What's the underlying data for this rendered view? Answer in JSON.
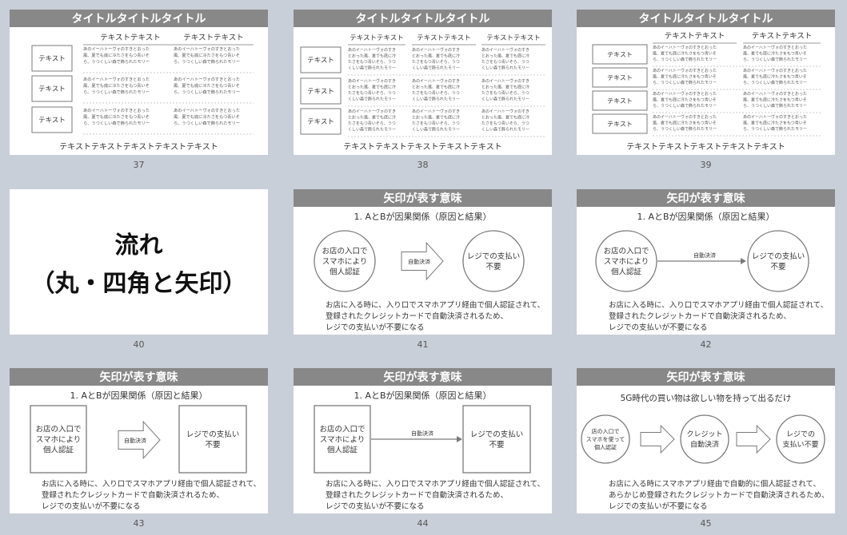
{
  "slides": [
    {
      "number": "37",
      "title": "タイトルタイトルタイトル",
      "col_headers": [
        "テキストテキスト",
        "テキストテキスト"
      ],
      "row_label": "テキスト",
      "body_line1": "あのイーハトーヴォのすきとおった",
      "body_line2": "風、夏でも底に冷たさをもつ青いそ",
      "body_line3": "ら、うつくしい森で飾られたモリー",
      "footer": "テキストテキストテキストテキストテキスト"
    },
    {
      "number": "38",
      "title": "タイトルタイトルタイトル",
      "col_headers": [
        "テキストテキスト",
        "テキストテキスト",
        "テキストテキスト"
      ],
      "row_label": "テキスト",
      "body_line1": "あのイーハトーヴォのすき",
      "body_line2": "とおった風、夏でも底に冷",
      "body_line3": "たさをもつ青いそら、うつ",
      "body_line4": "くしい森で飾られたモリー",
      "footer": "テキストテキストテキストテキストテキスト"
    },
    {
      "number": "39",
      "title": "タイトルタイトルタイトル",
      "col_headers": [
        "テキストテキスト",
        "テキストテキスト"
      ],
      "row_label": "テキスト",
      "body_line1": "あのイーハトーヴォのすきとおった",
      "body_line2": "風、夏でも底に冷たさをもつ青いそ",
      "body_line3": "ら、うつくしい森で飾られたモリー",
      "footer": "テキストテキストテキストテキストテキスト"
    },
    {
      "number": "40",
      "line1": "流れ",
      "line2": "（丸・四角と矢印）"
    },
    {
      "number": "41",
      "title": "矢印が表す意味",
      "subtitle": "1. AとBが因果関係（原因と結果）",
      "a_lines": [
        "お店の入口で",
        "スマホにより",
        "個人認証"
      ],
      "arrow_label": "自動決済",
      "b_lines": [
        "レジでの支払い",
        "不要"
      ],
      "desc": [
        "お店に入る時に、入り口でスマホアプリ経由で個人認証されて、",
        "登録されたクレジットカードで自動決済されるため、",
        "レジでの支払いが不要になる"
      ]
    },
    {
      "number": "42",
      "title": "矢印が表す意味",
      "subtitle": "1. AとBが因果関係（原因と結果）",
      "a_lines": [
        "お店の入口で",
        "スマホにより",
        "個人認証"
      ],
      "arrow_label": "自動決済",
      "b_lines": [
        "レジでの支払い",
        "不要"
      ],
      "desc": [
        "お店に入る時に、入り口でスマホアプリ経由で個人認証されて、",
        "登録されたクレジットカードで自動決済されるため、",
        "レジでの支払いが不要になる"
      ]
    },
    {
      "number": "43",
      "title": "矢印が表す意味",
      "subtitle": "1. AとBが因果関係（原因と結果）",
      "a_lines": [
        "お店の入口で",
        "スマホにより",
        "個人認証"
      ],
      "arrow_label": "自動決済",
      "b_lines": [
        "レジでの支払い",
        "不要"
      ],
      "desc": [
        "お店に入る時に、入り口でスマホアプリ経由で個人認証されて、",
        "登録されたクレジットカードで自動決済されるため、",
        "レジでの支払いが不要になる"
      ]
    },
    {
      "number": "44",
      "title": "矢印が表す意味",
      "subtitle": "1. AとBが因果関係（原因と結果）",
      "a_lines": [
        "お店の入口で",
        "スマホにより",
        "個人認証"
      ],
      "arrow_label": "自動決済",
      "b_lines": [
        "レジでの支払い",
        "不要"
      ],
      "desc": [
        "お店に入る時に、入り口でスマホアプリ経由で個人認証されて、",
        "登録されたクレジットカードで自動決済されるため、",
        "レジでの支払いが不要になる"
      ]
    },
    {
      "number": "45",
      "title": "矢印が表す意味",
      "subtitle": "5G時代の買い物は欲しい物を持って出るだけ",
      "c1_lines": [
        "店の入口で",
        "スマホを使って",
        "個人認証"
      ],
      "c2_lines": [
        "クレジット",
        "自動決済"
      ],
      "c3_lines": [
        "レジでの",
        "支払い不要"
      ],
      "desc": [
        "お店に入る時にスマホアプリ経由で自動的に個人認証されて、",
        "あらかじめ登録されたクレジットカードで自動決済されるため、",
        "レジでの支払いが不要になる"
      ]
    }
  ],
  "colors": {
    "background": "#c9cfd8",
    "title_bar": "#888888",
    "slide": "#ffffff",
    "stroke": "#7a7a7a",
    "text": "#333333"
  }
}
